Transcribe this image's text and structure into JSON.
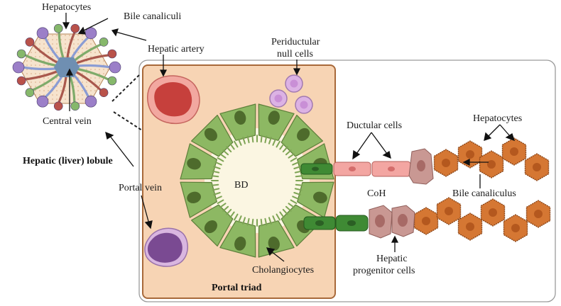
{
  "labels": {
    "hepatocytes_lobule": "Hepatocytes",
    "bile_canaliculi": "Bile canaliculi",
    "hepatic_artery": "Hepatic artery",
    "periductular_line1": "Periductular",
    "periductular_line2": "null cells",
    "central_vein": "Central vein",
    "lobule_title": "Hepatic (liver) lobule",
    "portal_vein": "Portal vein",
    "bd": "BD",
    "ductular_cells": "Ductular cells",
    "hepatocytes_right": "Hepatocytes",
    "coh": "CoH",
    "bile_canaliculus": "Bile canaliculus",
    "cholangiocytes": "Cholangiocytes",
    "hepatic_progenitor_line1": "Hepatic",
    "hepatic_progenitor_line2": "progenitor cells",
    "portal_triad": "Portal triad"
  },
  "colors": {
    "triad_fill": "#f7d4b4",
    "triad_stroke": "#a8693a",
    "cholangiocyte": "#8db863",
    "cholangiocyte_nucleus": "#4e6b2c",
    "lumen": "#fbf6e2",
    "artery": "#c6403c",
    "artery_outer": "#f2a8a0",
    "portal_vein": "#7a4a92",
    "null_cell": "#dcb2e4",
    "ductular": "#f3a6a2",
    "dark_green_cell": "#3f8a34",
    "hepatocyte": "#d57733",
    "progenitor": "#c99893",
    "lobule_fill": "#f6e3cd",
    "central_vein": "#6f8fb2"
  }
}
